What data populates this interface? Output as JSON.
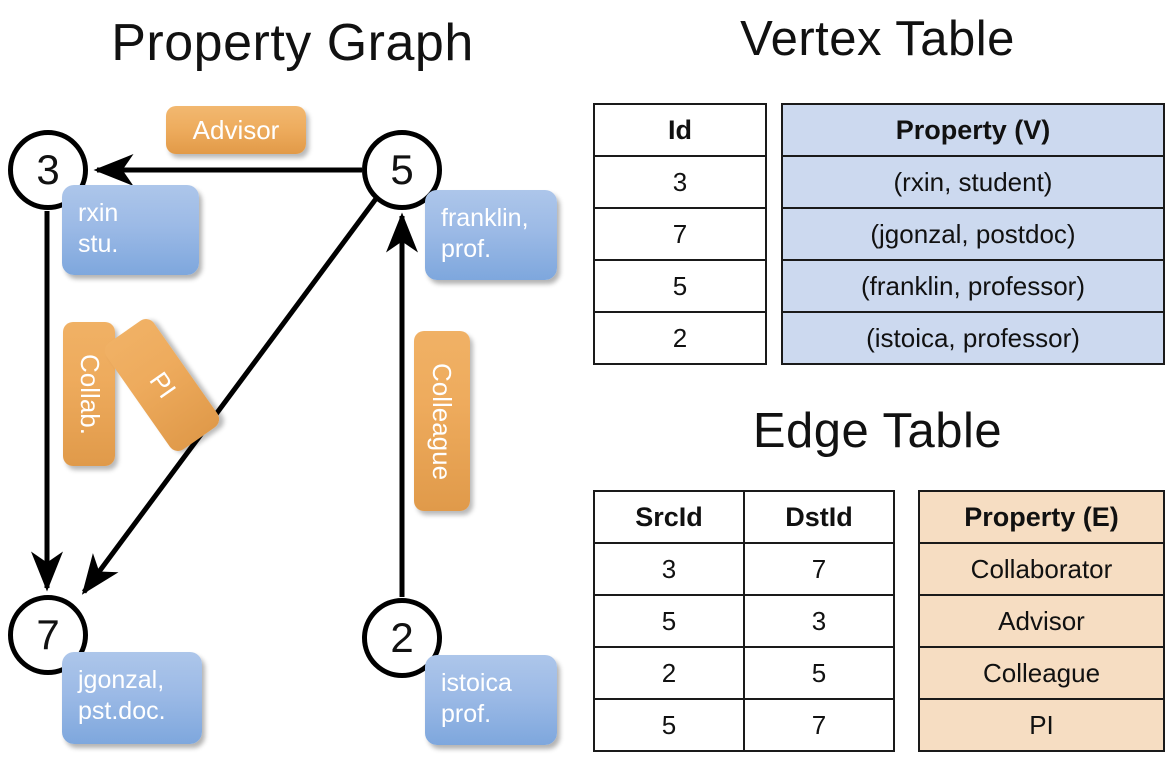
{
  "titles": {
    "property_graph": "Property Graph",
    "vertex_table": "Vertex Table",
    "edge_table": "Edge Table"
  },
  "graph": {
    "nodes": [
      {
        "id": "3",
        "property_line1": "rxin",
        "property_line2": "stu."
      },
      {
        "id": "5",
        "property_line1": "franklin,",
        "property_line2": "prof."
      },
      {
        "id": "7",
        "property_line1": "jgonzal,",
        "property_line2": "pst.doc."
      },
      {
        "id": "2",
        "property_line1": "istoica",
        "property_line2": "prof."
      }
    ],
    "edge_labels": {
      "advisor": "Advisor",
      "collab": "Collab.",
      "pi": "PI",
      "colleague": "Colleague"
    },
    "edges": [
      {
        "from": "5",
        "to": "3",
        "label": "Advisor"
      },
      {
        "from": "3",
        "to": "7",
        "label": "Collab."
      },
      {
        "from": "5",
        "to": "7",
        "label": "PI"
      },
      {
        "from": "2",
        "to": "5",
        "label": "Colleague"
      }
    ]
  },
  "vertex_table": {
    "headers": [
      "Id",
      "Property (V)"
    ],
    "rows": [
      {
        "id": "3",
        "property": "(rxin, student)"
      },
      {
        "id": "7",
        "property": "(jgonzal, postdoc)"
      },
      {
        "id": "5",
        "property": "(franklin, professor)"
      },
      {
        "id": "2",
        "property": "(istoica, professor)"
      }
    ]
  },
  "edge_table": {
    "headers": [
      "SrcId",
      "DstId",
      "Property (E)"
    ],
    "rows": [
      {
        "src": "3",
        "dst": "7",
        "property": "Collaborator"
      },
      {
        "src": "5",
        "dst": "3",
        "property": "Advisor"
      },
      {
        "src": "2",
        "dst": "5",
        "property": "Colleague"
      },
      {
        "src": "5",
        "dst": "7",
        "property": "PI"
      }
    ]
  },
  "colors": {
    "vertex_property_fill": "#ccd9ef",
    "edge_property_fill": "#f6ddc2",
    "vertex_box_blue": "#9cbae6",
    "edge_box_orange": "#eeab5d",
    "stroke": "#000000",
    "background": "#ffffff"
  }
}
